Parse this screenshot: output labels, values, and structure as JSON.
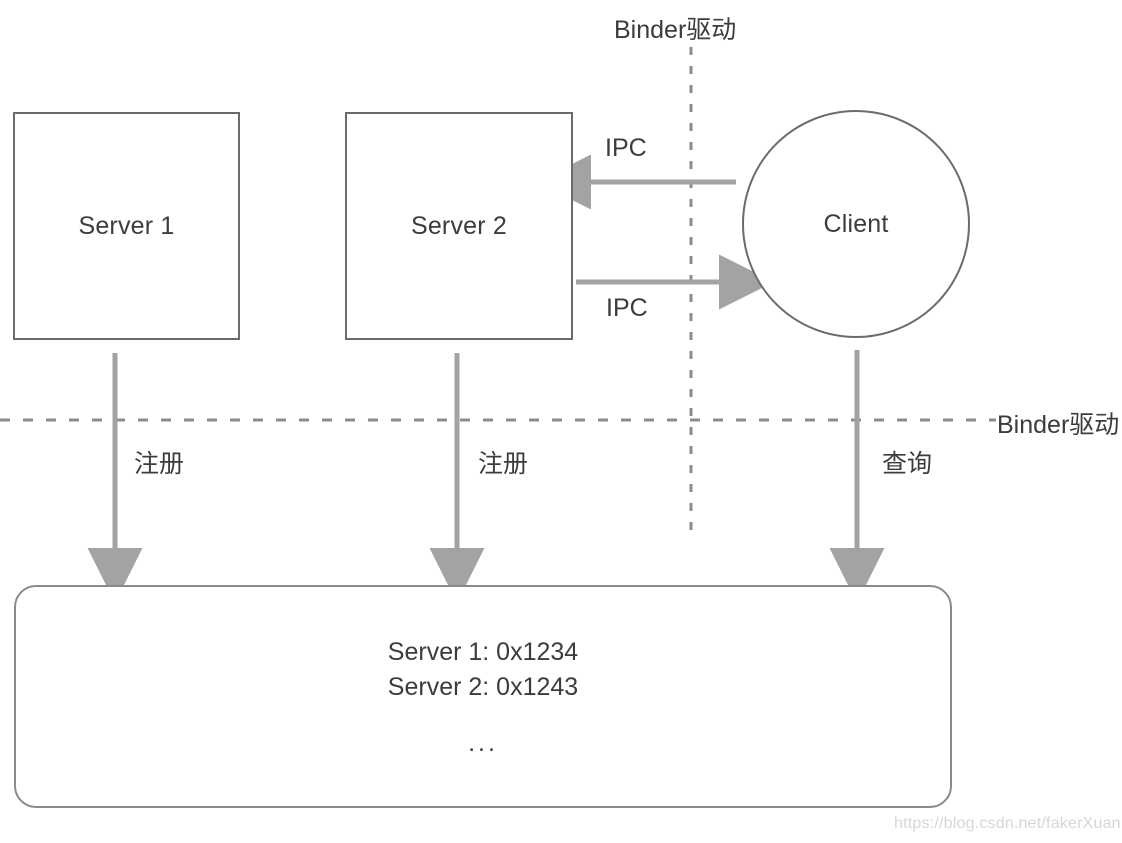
{
  "diagram": {
    "title": "Binder IPC / ServiceManager registration and query diagram",
    "background_color": "#ffffff",
    "node_border_color": "#6b6b6b",
    "arrow_color": "#a3a3a3",
    "dashed_line_color": "#8c8c8c",
    "text_color": "#3c3c3c",
    "watermark_color": "#d6d6d6"
  },
  "nodes": {
    "server1": {
      "label": "Server 1",
      "shape": "rectangle"
    },
    "server2": {
      "label": "Server 2",
      "shape": "rectangle"
    },
    "client": {
      "label": "Client",
      "shape": "circle"
    },
    "service_manager": {
      "shape": "rounded-rectangle",
      "entries": [
        "Server 1: 0x1234",
        "Server 2: 0x1243"
      ],
      "ellipsis": "..."
    }
  },
  "labels": {
    "binder_driver_top": "Binder驱动",
    "binder_driver_right": "Binder驱动",
    "ipc_top": "IPC",
    "ipc_bottom": "IPC",
    "register_server1": "注册",
    "register_server2": "注册",
    "query_client": "查询"
  },
  "edges": [
    {
      "name": "client-to-server2-ipc",
      "from": "client",
      "to": "server2",
      "label": "IPC",
      "direction": "left"
    },
    {
      "name": "server2-to-client-ipc",
      "from": "server2",
      "to": "client",
      "label": "IPC",
      "direction": "right"
    },
    {
      "name": "server1-register",
      "from": "server1",
      "to": "service_manager",
      "label": "注册",
      "direction": "down"
    },
    {
      "name": "server2-register",
      "from": "server2",
      "to": "service_manager",
      "label": "注册",
      "direction": "down"
    },
    {
      "name": "client-query",
      "from": "client",
      "to": "service_manager",
      "label": "查询",
      "direction": "down"
    }
  ],
  "dashed_lines": [
    {
      "name": "vertical-binder-boundary",
      "orientation": "vertical"
    },
    {
      "name": "horizontal-binder-boundary",
      "orientation": "horizontal"
    }
  ],
  "watermark": {
    "text": "https://blog.csdn.net/fakerXuan"
  }
}
